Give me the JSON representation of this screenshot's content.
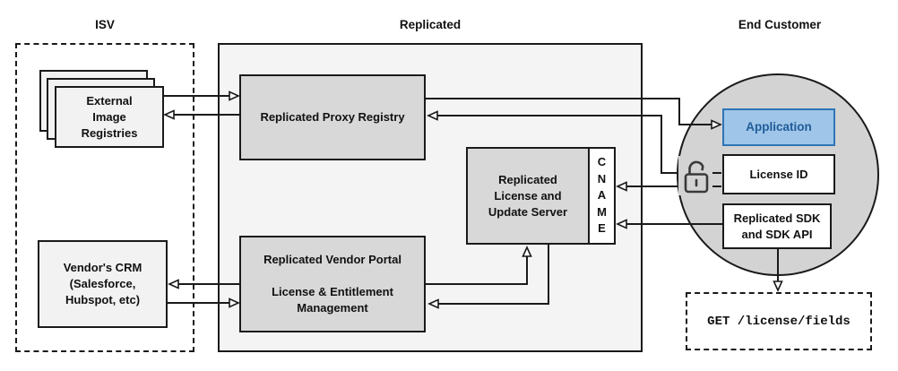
{
  "sections": {
    "isv": "ISV",
    "replicated": "Replicated",
    "end_customer": "End Customer"
  },
  "nodes": {
    "registries": {
      "lines": [
        "External",
        "Image",
        "Registries"
      ]
    },
    "crm": {
      "lines": [
        "Vendor's CRM",
        "(Salesforce,",
        "Hubspot, etc)"
      ]
    },
    "proxy": {
      "label": "Replicated Proxy Registry"
    },
    "license_server": {
      "lines": [
        "Replicated",
        "License and",
        "Update Server"
      ]
    },
    "cname": {
      "letters": [
        "C",
        "N",
        "A",
        "M",
        "E"
      ]
    },
    "portal": {
      "title": "Replicated Vendor Portal",
      "subtitle": [
        "License & Entitlement",
        "Management"
      ]
    },
    "application": {
      "label": "Application"
    },
    "license_id": {
      "label": "License ID"
    },
    "sdk": {
      "lines": [
        "Replicated SDK",
        "and SDK API"
      ]
    },
    "get_endpoint": {
      "label": "GET /license/fields"
    }
  },
  "icons": {
    "lock": "unlock-icon"
  },
  "colors": {
    "container-fill": "#f4f4f4",
    "node-fill": "#d8d8d8",
    "light-fill": "#f2f2f2",
    "circle-fill": "#d3d3d3",
    "app-fill": "#9fc5e8",
    "app-border": "#2e75b6",
    "app-text": "#1f5c99",
    "line": "#1a1a1a",
    "lock": "#3a3a3a"
  }
}
